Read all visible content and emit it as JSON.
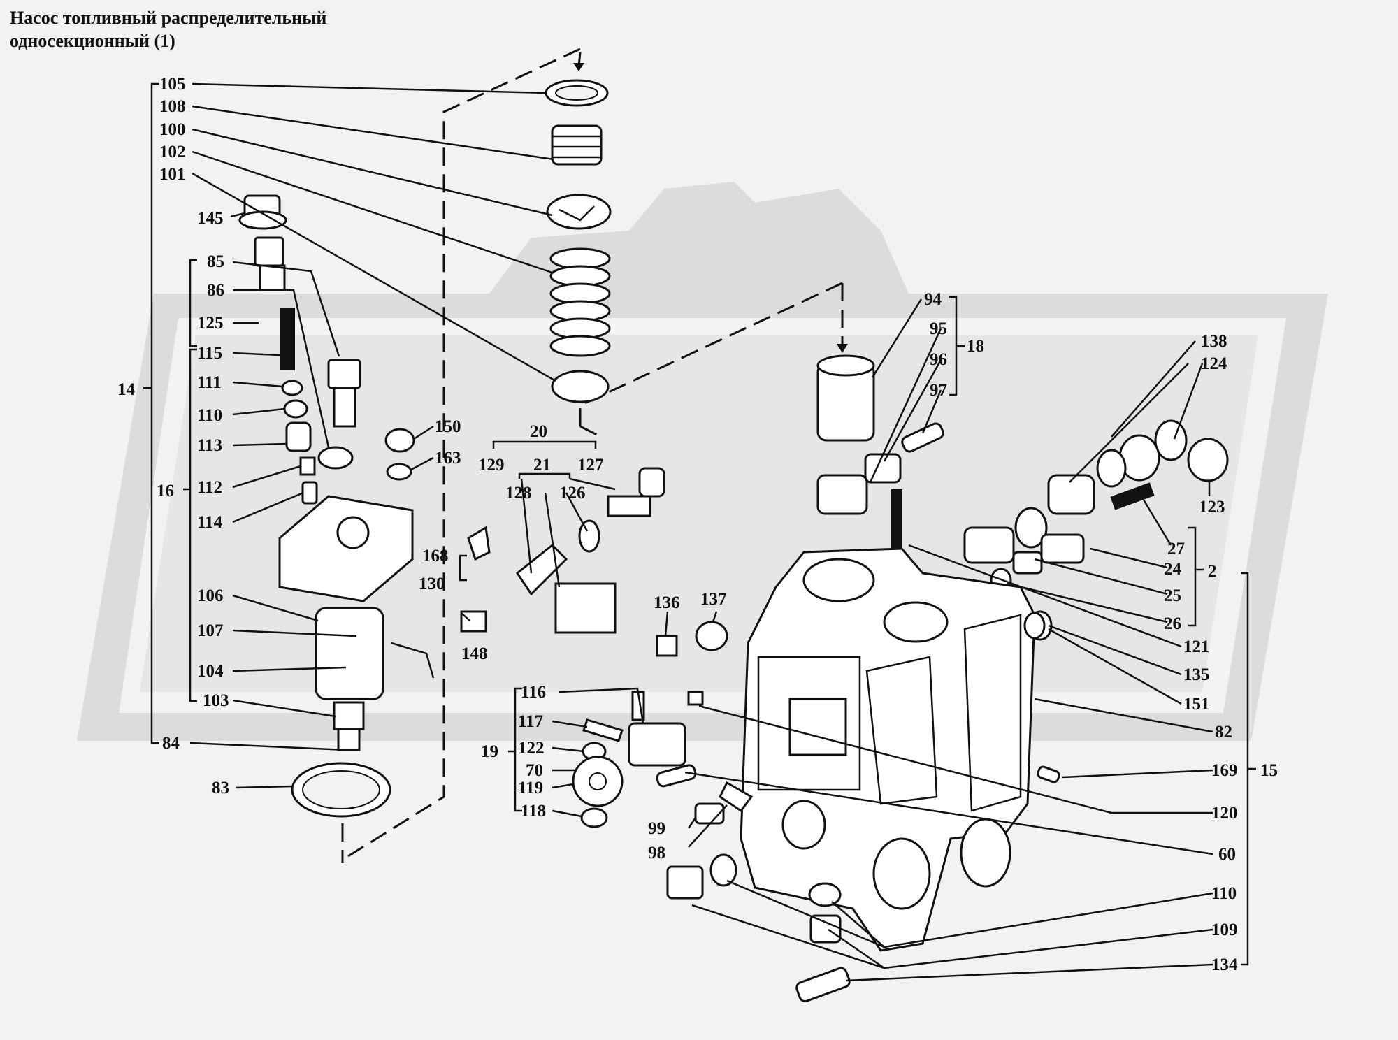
{
  "title": {
    "line1": "Насос топливный распределительный",
    "line2": "односекционный (1)"
  },
  "colors": {
    "background": "#f2f2f0",
    "ink": "#111111",
    "watermark": "#dcdcda"
  },
  "labels": [
    {
      "id": "105",
      "text": "105"
    },
    {
      "id": "108",
      "text": "108"
    },
    {
      "id": "100",
      "text": "100"
    },
    {
      "id": "102",
      "text": "102"
    },
    {
      "id": "101",
      "text": "101"
    },
    {
      "id": "145",
      "text": "145"
    },
    {
      "id": "85",
      "text": "85"
    },
    {
      "id": "86",
      "text": "86"
    },
    {
      "id": "125",
      "text": "125"
    },
    {
      "id": "115",
      "text": "115"
    },
    {
      "id": "111",
      "text": "111"
    },
    {
      "id": "110a",
      "text": "110"
    },
    {
      "id": "113",
      "text": "113"
    },
    {
      "id": "112",
      "text": "112"
    },
    {
      "id": "114",
      "text": "114"
    },
    {
      "id": "14",
      "text": "14"
    },
    {
      "id": "16",
      "text": "16"
    },
    {
      "id": "106",
      "text": "106"
    },
    {
      "id": "107",
      "text": "107"
    },
    {
      "id": "104",
      "text": "104"
    },
    {
      "id": "103",
      "text": "103"
    },
    {
      "id": "84",
      "text": "84"
    },
    {
      "id": "83",
      "text": "83"
    },
    {
      "id": "150",
      "text": "150"
    },
    {
      "id": "163",
      "text": "163"
    },
    {
      "id": "20",
      "text": "20"
    },
    {
      "id": "21",
      "text": "21"
    },
    {
      "id": "129",
      "text": "129"
    },
    {
      "id": "127",
      "text": "127"
    },
    {
      "id": "128",
      "text": "128"
    },
    {
      "id": "126",
      "text": "126"
    },
    {
      "id": "168",
      "text": "168"
    },
    {
      "id": "130",
      "text": "130"
    },
    {
      "id": "148",
      "text": "148"
    },
    {
      "id": "136",
      "text": "136"
    },
    {
      "id": "137",
      "text": "137"
    },
    {
      "id": "94",
      "text": "94"
    },
    {
      "id": "95",
      "text": "95"
    },
    {
      "id": "96",
      "text": "96"
    },
    {
      "id": "97",
      "text": "97"
    },
    {
      "id": "18",
      "text": "18"
    },
    {
      "id": "138",
      "text": "138"
    },
    {
      "id": "124",
      "text": "124"
    },
    {
      "id": "123",
      "text": "123"
    },
    {
      "id": "27",
      "text": "27"
    },
    {
      "id": "24",
      "text": "24"
    },
    {
      "id": "25",
      "text": "25"
    },
    {
      "id": "26",
      "text": "26"
    },
    {
      "id": "2",
      "text": "2"
    },
    {
      "id": "121",
      "text": "121"
    },
    {
      "id": "135",
      "text": "135"
    },
    {
      "id": "151",
      "text": "151"
    },
    {
      "id": "82",
      "text": "82"
    },
    {
      "id": "169",
      "text": "169"
    },
    {
      "id": "15",
      "text": "15"
    },
    {
      "id": "120",
      "text": "120"
    },
    {
      "id": "60",
      "text": "60"
    },
    {
      "id": "110b",
      "text": "110"
    },
    {
      "id": "109",
      "text": "109"
    },
    {
      "id": "134",
      "text": "134"
    },
    {
      "id": "116",
      "text": "116"
    },
    {
      "id": "117",
      "text": "117"
    },
    {
      "id": "122",
      "text": "122"
    },
    {
      "id": "19",
      "text": "19"
    },
    {
      "id": "70",
      "text": "70"
    },
    {
      "id": "119",
      "text": "119"
    },
    {
      "id": "118",
      "text": "118"
    },
    {
      "id": "99",
      "text": "99"
    },
    {
      "id": "98",
      "text": "98"
    }
  ]
}
